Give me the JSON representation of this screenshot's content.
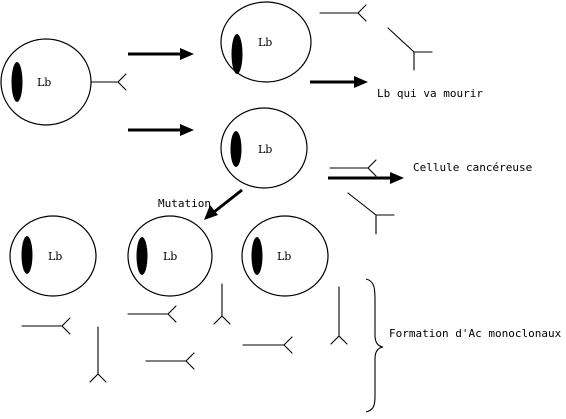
{
  "cell_label": "Lb",
  "labels": {
    "dying": "Lb qui va mourir",
    "cancer": "Cellule cancéreuse",
    "mutation": "Mutation",
    "formation": "Formation d'Ac monoclonaux"
  }
}
